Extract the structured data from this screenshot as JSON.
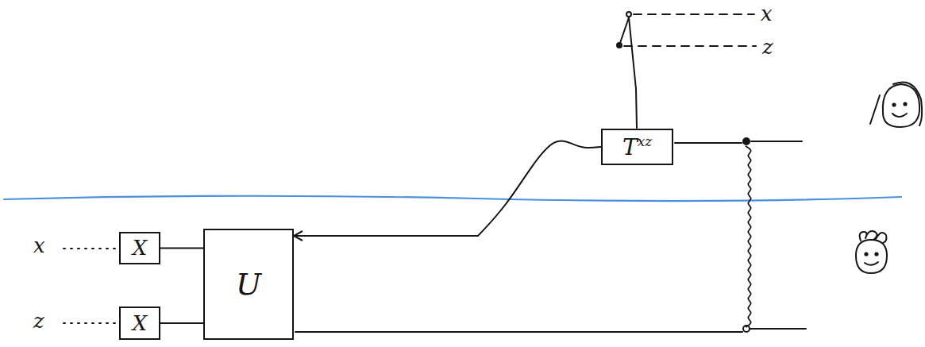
{
  "diagram": {
    "nodes": [
      {
        "text": [
          "X"
        ]
      },
      {
        "text": [
          "X"
        ]
      },
      {
        "text": [
          "U"
        ]
      },
      {
        "text": [
          "T",
          "xz"
        ]
      }
    ],
    "edges": [
      {
        "from": 0,
        "to": 2,
        "arrow": "none"
      },
      {
        "from": 1,
        "to": 2,
        "arrow": "none"
      },
      {
        "from": 3,
        "to": 2,
        "arrow": "to"
      }
    ],
    "labels": [
      "x",
      "z",
      "x",
      "z"
    ]
  }
}
